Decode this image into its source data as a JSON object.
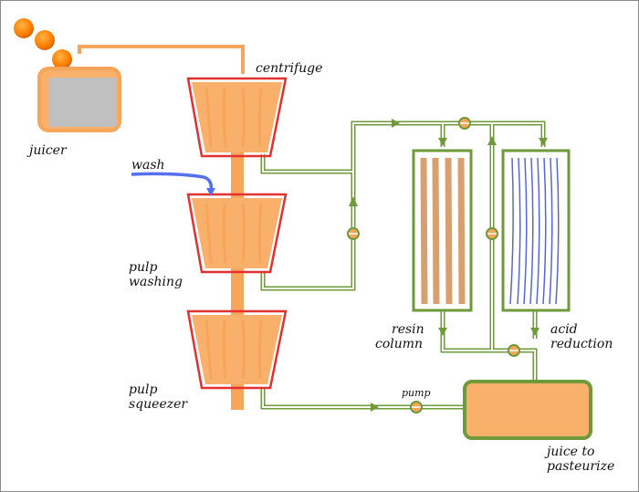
{
  "labels": {
    "juicer": "juicer",
    "centrifuge": "centrifuge",
    "wash": "wash",
    "pulp_washing_1": "pulp",
    "pulp_washing_2": "washing",
    "pulp_squeezer_1": "pulp",
    "pulp_squeezer_2": "squeezer",
    "resin_column_1": "resin",
    "resin_column_2": "column",
    "acid_reduction_1": "acid",
    "acid_reduction_2": "reduction",
    "pump": "pump",
    "juice_to_pasteurize_1": "juice to",
    "juice_to_pasteurize_2": "pasteurize"
  },
  "colors": {
    "orange": "#f7a55a",
    "orange_fill": "#f9b06a",
    "orange_dark": "#ee8a32",
    "juicer_gray": "#c0c0c0",
    "vessel_rim": "#e53030",
    "pipe_green": "#6f9a3a",
    "pipe_fill": "#ffffff",
    "resin_strand": "#d8a071",
    "acid_strand": "#5566dd",
    "wash_blue": "#5570ee"
  }
}
